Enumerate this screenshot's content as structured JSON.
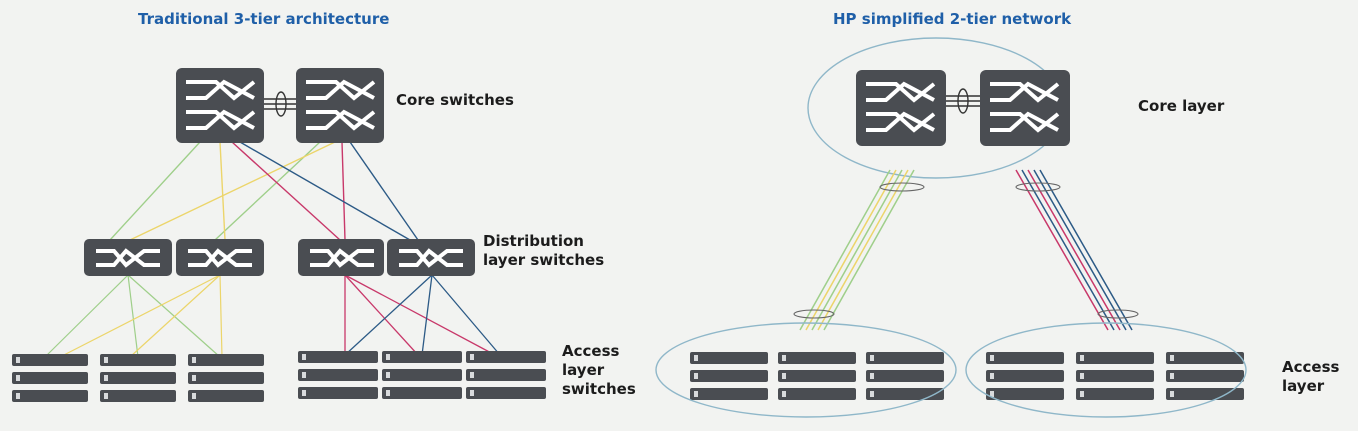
{
  "left": {
    "title": "Traditional 3-tier architecture",
    "core_label": "Core switches",
    "distribution_label_line1": "Distribution",
    "distribution_label_line2": "layer switches",
    "access_label_line1": "Access",
    "access_label_line2": "layer",
    "access_label_line3": "switches"
  },
  "right": {
    "title": "HP simplified 2-tier network",
    "core_label": "Core layer",
    "access_label_line1": "Access",
    "access_label_line2": "layer"
  },
  "colors": {
    "title": "#1f5fa8",
    "device": "#4a4d52",
    "green_link": "#9fcf8a",
    "yellow_link": "#ecd56a",
    "red_link": "#c8386a",
    "blue_link": "#2c5a86",
    "ellipse": "#8fb7c9"
  },
  "icons": [
    "core-switch-icon",
    "distribution-switch-icon",
    "access-switch-icon",
    "link-aggregation-icon"
  ]
}
